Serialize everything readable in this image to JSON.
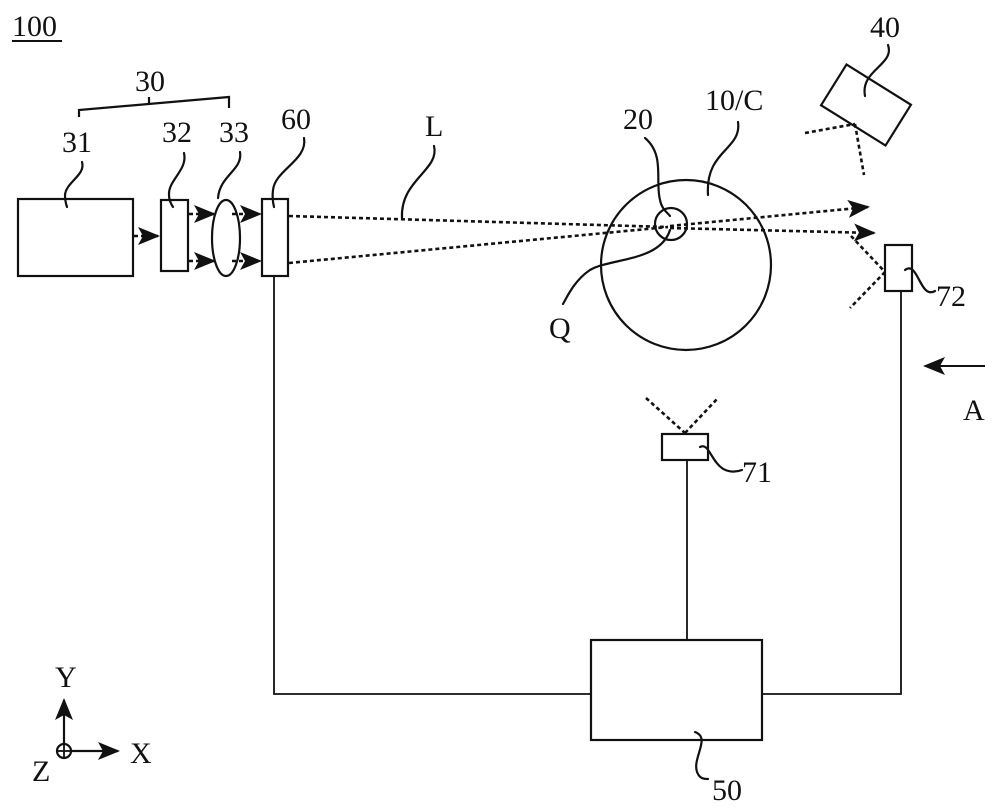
{
  "figure": {
    "reference_numeral": "100",
    "type": "schematic optical inspection system diagram"
  },
  "components": [
    {
      "id": "30",
      "label": "30",
      "role": "light source assembly (bracket group)"
    },
    {
      "id": "31",
      "label": "31",
      "role": "light emitter box"
    },
    {
      "id": "32",
      "label": "32",
      "role": "optical element plate"
    },
    {
      "id": "33",
      "label": "33",
      "role": "lens"
    },
    {
      "id": "60",
      "label": "60",
      "role": "beam element plate"
    },
    {
      "id": "L",
      "label": "L",
      "role": "light beam"
    },
    {
      "id": "20",
      "label": "20",
      "role": "small circle target"
    },
    {
      "id": "10C",
      "label": "10/C",
      "role": "large circle"
    },
    {
      "id": "Q",
      "label": "Q",
      "role": "point"
    },
    {
      "id": "40",
      "label": "40",
      "role": "tilted camera/sensor"
    },
    {
      "id": "72",
      "label": "72",
      "role": "sensor box right"
    },
    {
      "id": "71",
      "label": "71",
      "role": "sensor box middle"
    },
    {
      "id": "50",
      "label": "50",
      "role": "controller box"
    },
    {
      "id": "A",
      "label": "A",
      "role": "view direction arrow"
    }
  ],
  "axes": {
    "x_label": "X",
    "y_label": "Y",
    "z_label": "Z"
  }
}
